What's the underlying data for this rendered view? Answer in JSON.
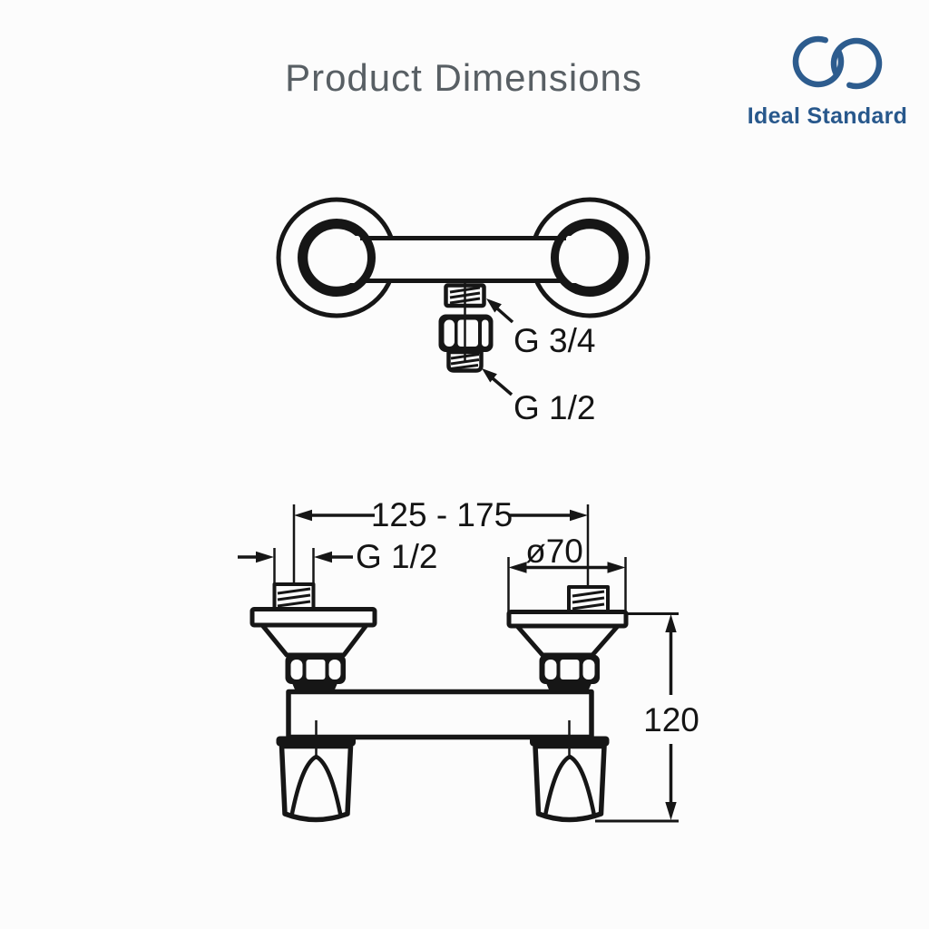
{
  "page": {
    "background": "#fcfcfc",
    "ink_color": "#161616"
  },
  "header": {
    "title": "Product Dimensions",
    "title_color": "#585f64"
  },
  "logo": {
    "brand": "Ideal Standard",
    "accent_color": "#2d5c8e"
  },
  "top_view": {
    "description_labels": {
      "upper_thread": "G 3/4",
      "lower_thread": "G 1/2"
    }
  },
  "front_view": {
    "dimension_labels": {
      "center_distance_mm": "125 - 175",
      "inlet_thread": "G 1/2",
      "escutcheon_diameter": "ø70",
      "body_height_mm": "120"
    }
  }
}
